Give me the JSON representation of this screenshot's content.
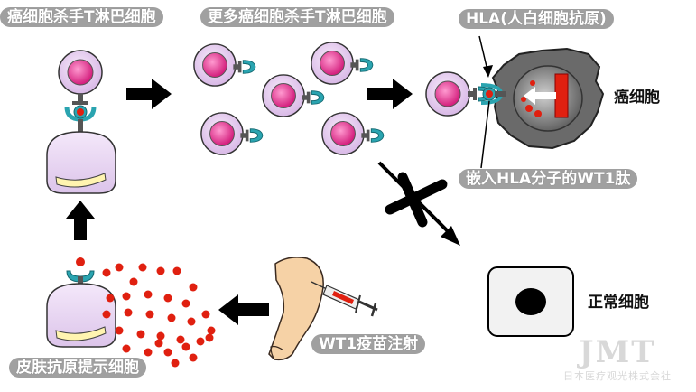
{
  "labels": {
    "killer_t": "癌细胞杀手T淋巴细胞",
    "more_killer_t": "更多癌细胞杀手T淋巴细胞",
    "hla": "HLA(人白细胞抗原)",
    "cancer_cell": "癌细胞",
    "hla_wt1": "嵌入HLA分子的WT1肽",
    "normal_cell": "正常细胞",
    "vaccine": "WT1疫苗注射",
    "apc": "皮肤抗原提示细胞"
  },
  "watermark": {
    "logo": "JMT",
    "caption": "日本医疗观光株式会社"
  },
  "colors": {
    "pill_bg": "#a0a0a0",
    "t_cell_core": "#e0308a",
    "t_cell_ring": "#e8c8f0",
    "receptor": "#2aa4b0",
    "peptide": "#e02010",
    "apc_body": "#e8d2f0",
    "nucleus": "#fff4b0",
    "cancer_cell": "#6c6c6c",
    "blocked": "#000000"
  }
}
